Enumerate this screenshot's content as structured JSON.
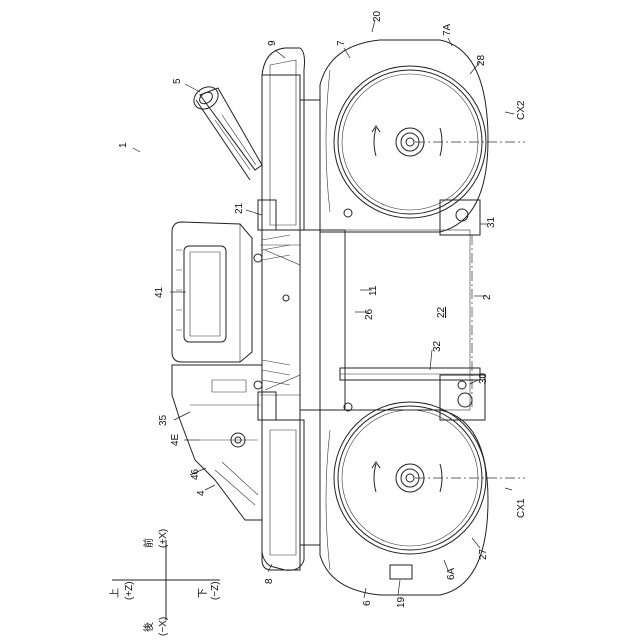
{
  "figure": {
    "labels": {
      "l1": "1",
      "l2": "2",
      "l4": "4",
      "l4E": "4E",
      "l5": "5",
      "l6": "6",
      "l6A": "6A",
      "l7": "7",
      "l7A": "7A",
      "l8": "8",
      "l9": "9",
      "l11": "11",
      "l19": "19",
      "l20": "20",
      "l21": "21",
      "l22": "22",
      "l26": "26",
      "l27": "27",
      "l28": "28",
      "l30": "30",
      "l31": "31",
      "l32": "32",
      "l35": "35",
      "l41": "41",
      "l46": "46",
      "cx1": "CX1",
      "cx2": "CX2"
    },
    "axes": {
      "up": "上",
      "up_code": "(+Z)",
      "down": "下",
      "down_code": "(−Z)",
      "front": "前",
      "front_code": "(+X)",
      "back": "後",
      "back_code": "(−X)"
    }
  }
}
